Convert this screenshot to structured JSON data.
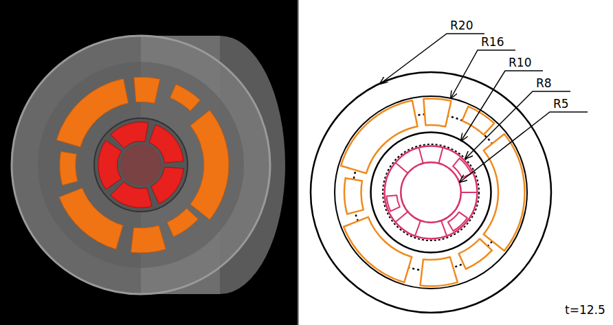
{
  "diagram": {
    "labels": [
      "R20",
      "R16",
      "R10",
      "R8",
      "R5",
      "t=12.5"
    ]
  }
}
